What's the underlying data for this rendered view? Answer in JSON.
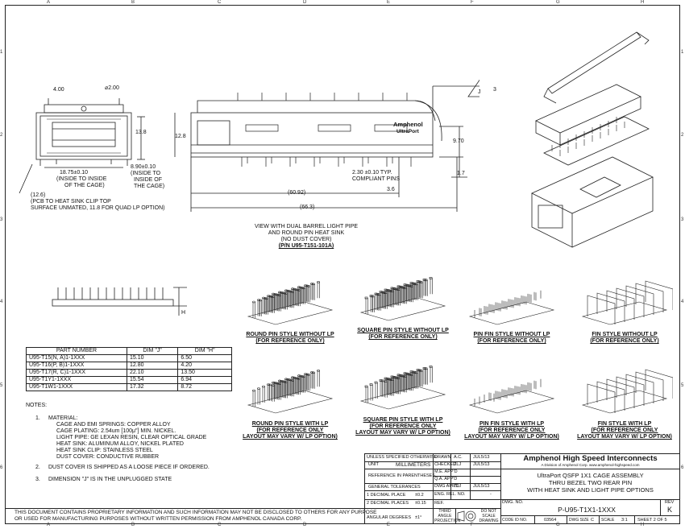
{
  "zones": {
    "cols": [
      "A",
      "B",
      "C",
      "D",
      "E",
      "F",
      "G",
      "H"
    ],
    "rows": [
      "1",
      "2",
      "3",
      "4",
      "5",
      "6"
    ]
  },
  "front_view": {
    "dims": {
      "hole": "⌀2.00",
      "d4": "4.00",
      "d13_8": "13.8",
      "d8_90": "8.90±0.10",
      "d8_90_note1": "(INSIDE TO",
      "d8_90_note2": "INSIDE OF",
      "d8_90_note3": "THE CAGE)",
      "d18_75": "18.75±0.10",
      "d18_75_note1": "(INSIDE TO INSIDE",
      "d18_75_note2": "OF THE CAGE)",
      "d12_6_a": "(12.6)",
      "d12_6_b": "(PCB TO HEAT SINK CLIP TOP",
      "d12_6_c": "SURFACE UNMATED, 11.8 FOR QUAD LP OPTION)"
    }
  },
  "side_view": {
    "logo1": "Amphenol",
    "logo2": "UltraPort",
    "dims": {
      "d12_8": "12.8",
      "j": "J",
      "flag": "3",
      "d9_70": "9.70",
      "d1_7": "1.7",
      "d2_30": "2.30 ±0.10 TYP.",
      "d2_30b": "COMPLIANT PINS",
      "d3_6": "3.6",
      "d60_92": "(60.92)",
      "d66_3": "(66.3)"
    },
    "caption1": "VIEW WITH DUAL BARREL LIGHT PIPE",
    "caption2": "AND ROUND PIN HEAT SINK",
    "caption3": "(NO DUST COVER)",
    "caption4": "(P/N U95-T151-101A)"
  },
  "heatsink_side": {
    "h": "H"
  },
  "part_table": {
    "headers": [
      "PART NUMBER",
      "DIM \"J\"",
      "DIM \"H\""
    ],
    "rows": [
      [
        "U95-T15(N, A)1-1XXX",
        "15.10",
        "6.50"
      ],
      [
        "U95-T16(P, B)1-1XXX",
        "12.80",
        "4.20"
      ],
      [
        "U95-T17(R, C)1-1XXX",
        "22.10",
        "13.50"
      ],
      [
        "U95-T1Y1-1XXX",
        "15.54",
        "6.94"
      ],
      [
        "U95-T1W1-1XXX",
        "17.32",
        "8.72"
      ]
    ]
  },
  "notes": {
    "title": "NOTES:",
    "n1": "1.",
    "n1_l1": "MATERIAL:",
    "n1_l2": "CAGE AND EMI SPRINGS: COPPER ALLOY",
    "n1_l3": "CAGE PLATING: 2.54um [100μ\"] MIN. NICKEL.",
    "n1_l4": "LIGHT PIPE: GE LEXAN RESIN, CLEAR OPTICAL GRADE",
    "n1_l5": "HEAT SINK: ALUMINUM ALLOY, NICKEL PLATED",
    "n1_l6": "HEAT SINK CLIP: STAINLESS STEEL",
    "n1_l7": "DUST COVER: CONDUCTIVE RUBBER",
    "n2": "2.",
    "n2_l1": "DUST COVER IS SHIPPED AS A LOOSE PIECE IF ORDERED.",
    "n3": "3.",
    "n3_l1": "DIMENSION \"J\" IS IN THE UNPLUGGED STATE"
  },
  "heatsinks": [
    {
      "l1": "ROUND PIN STYLE WITHOUT LP",
      "l2": "(FOR REFERENCE ONLY)",
      "l3": ""
    },
    {
      "l1": "SQUARE PIN STYLE WITHOUT LP",
      "l2": "(FOR REFERENCE ONLY)",
      "l3": ""
    },
    {
      "l1": "PIN FIN STYLE WITHOUT LP",
      "l2": "(FOR REFERENCE ONLY)",
      "l3": ""
    },
    {
      "l1": "FIN STYLE WITHOUT LP",
      "l2": "(FOR REFERENCE ONLY)",
      "l3": ""
    },
    {
      "l1": "ROUND PIN STYLE WITH LP",
      "l2": "(FOR REFERENCE ONLY",
      "l3": "LAYOUT MAY VARY W/ LP OPTION)"
    },
    {
      "l1": "SQUARE PIN STYLE WITH LP",
      "l2": "(FOR REFERENCE ONLY",
      "l3": "LAYOUT MAY VARY W/ LP OPTION)"
    },
    {
      "l1": "PIN FIN STYLE WITH LP",
      "l2": "(FOR REFERENCE ONLY",
      "l3": "LAYOUT MAY VARY W/ LP OPTION)"
    },
    {
      "l1": "FIN STYLE WITH LP",
      "l2": "(FOR REFERENCE ONLY",
      "l3": "LAYOUT MAY VARY W/ LP OPTION)"
    }
  ],
  "disclaimer": {
    "l1": "THIS DOCUMENT CONTAINS PROPRIETARY INFORMATION AND SUCH INFORMATION MAY NOT BE DISCLOSED TO OTHERS FOR ANY PURPOSE",
    "l2": "OR USED FOR MANUFACTURING PURPOSES WITHOUT WRITTEN PERMISSION FROM AMPHENOL CANADA CORP."
  },
  "title_block": {
    "unless": "UNLESS SPECIFIED OTHERWISE",
    "unit_label": "UNIT",
    "unit_value": "MILLIMETERS",
    "ref_paren": "REFERENCE IN PARENTHESES",
    "gen_tol": "GENERAL TOLERANCES",
    "dec1": "1 DECIMAL PLACE",
    "dec1_v": "±0.2",
    "dec2": "2 DECIMAL PLACES",
    "dec2_v": "±0.15",
    "ang": "ANGULAR DEGREES",
    "ang_v": "±1°",
    "drawn": "DRAWN",
    "drawn_by": "A.C.",
    "drawn_date": "JUL5/13",
    "checked": "CHECKED",
    "checked_by": "ZLJ",
    "checked_date": "JUL5/13",
    "me": "M.E. APP'D",
    "qa": "Q.A. APP'D",
    "dwg_appd": "DWG APP'D",
    "dwg_by": "ZLJ",
    "dwg_date": "JUL5/13",
    "eng": "ENG. REL. NO.",
    "eng_v": "-",
    "ref": "REF.",
    "third_angle": "THIRD ANGLE PROJECTION",
    "no_scale": "DO NOT SCALE DRAWING",
    "company": "Amphenol High Speed Interconnects",
    "division": "A Division of Amphenol Corp. www.amphenol-highspeed.com",
    "title1": "UltraPort QSFP 1X1 CAGE ASSEMBLY",
    "title2": "THRU BEZEL TWO REAR PIN",
    "title3": "WITH HEAT SINK AND LIGHT PIPE OPTIONS",
    "dwg_no_label": "DWG. NO.",
    "dwg_no": "P-U95-T1X1-1XXX",
    "rev_label": "REV",
    "rev": "K",
    "code_label": "CODE ID NO.",
    "code": "03564",
    "size_label": "DWG SIZE",
    "size": "C",
    "scale_label": "SCALE",
    "scale": "3:1",
    "sheet": "SHEET 2 OF 5"
  }
}
